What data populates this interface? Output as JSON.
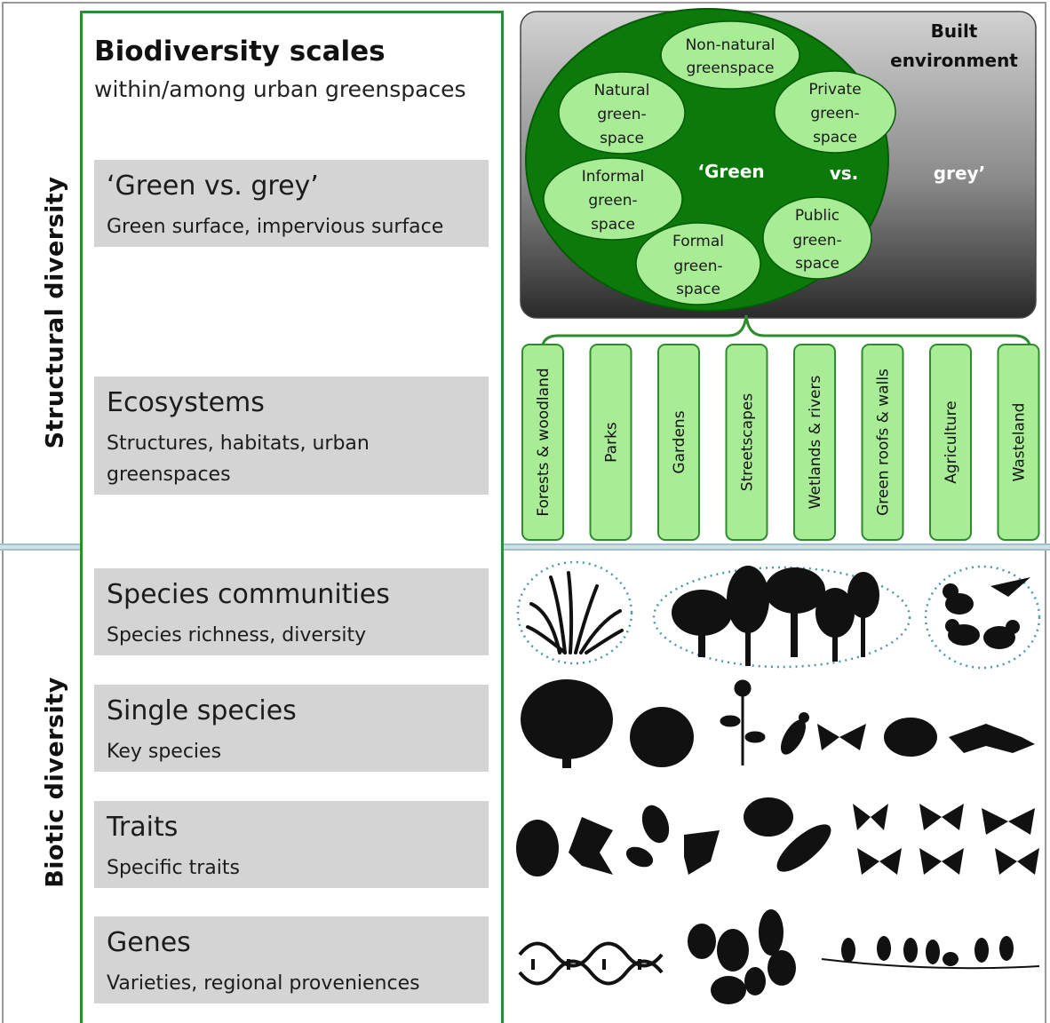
{
  "side_labels": {
    "structural": "Structural diversity",
    "biotic": "Biotic diversity"
  },
  "header": {
    "title": "Biodiversity scales",
    "subtitle": "within/among urban greenspaces"
  },
  "scales": [
    {
      "heading": "‘Green vs. grey’",
      "desc": [
        "Green surface, impervious surface"
      ]
    },
    {
      "heading": "Ecosystems",
      "desc": [
        "Structures, habitats, urban",
        "greenspaces"
      ]
    },
    {
      "heading": "Species communities",
      "desc": [
        "Species richness, diversity"
      ]
    },
    {
      "heading": "Single species",
      "desc": [
        "Key species"
      ]
    },
    {
      "heading": "Traits",
      "desc": [
        "Specific traits"
      ]
    },
    {
      "heading": "Genes",
      "desc": [
        "Varieties, regional proveniences"
      ]
    }
  ],
  "built_env": {
    "label": [
      "Built",
      "environment"
    ],
    "green_vs_grey": {
      "green": "‘Green",
      "vs": "vs.",
      "grey": "grey’"
    },
    "greenspaces": [
      [
        "Non-natural",
        "greenspace"
      ],
      [
        "Natural",
        "green-",
        "space"
      ],
      [
        "Private",
        "green-",
        "space"
      ],
      [
        "Informal",
        "green-",
        "space"
      ],
      [
        "Public",
        "green-",
        "space"
      ],
      [
        "Formal",
        "green-",
        "space"
      ]
    ]
  },
  "ecosystems": [
    "Forests & woodland",
    "Parks",
    "Gardens",
    "Streetscapes",
    "Wetlands & rivers",
    "Green roofs & walls",
    "Agriculture",
    "Wasteland"
  ],
  "colors": {
    "dark_green": "#0b7a0b",
    "light_green": "#a8ec95",
    "frame_green": "#2e8b2e",
    "grey_box": "#d4d4d4"
  }
}
